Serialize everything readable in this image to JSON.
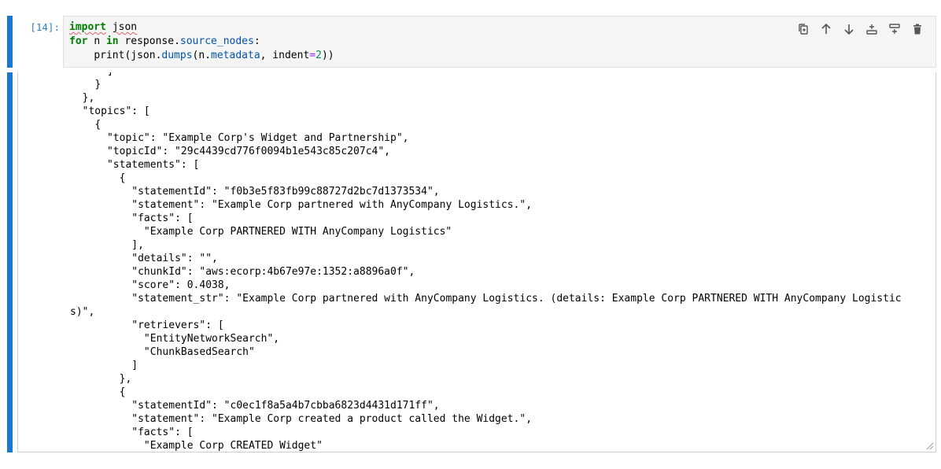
{
  "input_cell": {
    "prompt": "[14]:",
    "code": {
      "line1": {
        "kw_import": "import",
        "module": "json"
      },
      "line2": {
        "kw_for": "for",
        "var": "n",
        "kw_in": "in",
        "obj": "response",
        "dot": ".",
        "attr": "source_nodes",
        "colon": ":"
      },
      "line3": {
        "indent": "    ",
        "fn": "print(json.",
        "attr_dumps": "dumps",
        "args_a": "(n.",
        "attr_metadata": "metadata",
        "args_b": ", indent",
        "eq": "=",
        "num": "2",
        "close": "))"
      }
    },
    "toolbar": [
      {
        "name": "duplicate-cell",
        "icon": "copy-icon"
      },
      {
        "name": "move-cell-up",
        "icon": "arrow-up-icon"
      },
      {
        "name": "move-cell-down",
        "icon": "arrow-down-icon"
      },
      {
        "name": "insert-cell-above",
        "icon": "insert-above-icon"
      },
      {
        "name": "insert-cell-below",
        "icon": "insert-below-icon"
      },
      {
        "name": "delete-cell",
        "icon": "trash-icon"
      }
    ]
  },
  "output_cell": {
    "text": "      ]\n    }\n  },\n  \"topics\": [\n    {\n      \"topic\": \"Example Corp's Widget and Partnership\",\n      \"topicId\": \"29c4439cd776f0094b1e543c85c207c4\",\n      \"statements\": [\n        {\n          \"statementId\": \"f0b3e5f83fb99c88727d2bc7d1373534\",\n          \"statement\": \"Example Corp partnered with AnyCompany Logistics.\",\n          \"facts\": [\n            \"Example Corp PARTNERED WITH AnyCompany Logistics\"\n          ],\n          \"details\": \"\",\n          \"chunkId\": \"aws:ecorp:4b67e97e:1352:a8896a0f\",\n          \"score\": 0.4038,\n          \"statement_str\": \"Example Corp partnered with AnyCompany Logistics. (details: Example Corp PARTNERED WITH AnyCompany Logistics)\",\n          \"retrievers\": [\n            \"EntityNetworkSearch\",\n            \"ChunkBasedSearch\"\n          ]\n        },\n        {\n          \"statementId\": \"c0ec1f8a5a4b7cbba6823d4431d171ff\",\n          \"statement\": \"Example Corp created a product called the Widget.\",\n          \"facts\": [\n            \"Example Corp CREATED Widget\""
  },
  "colors": {
    "collapser": "#1976d2",
    "prompt": "#307fc1",
    "keyword": "#008000",
    "attribute": "#0055aa"
  }
}
